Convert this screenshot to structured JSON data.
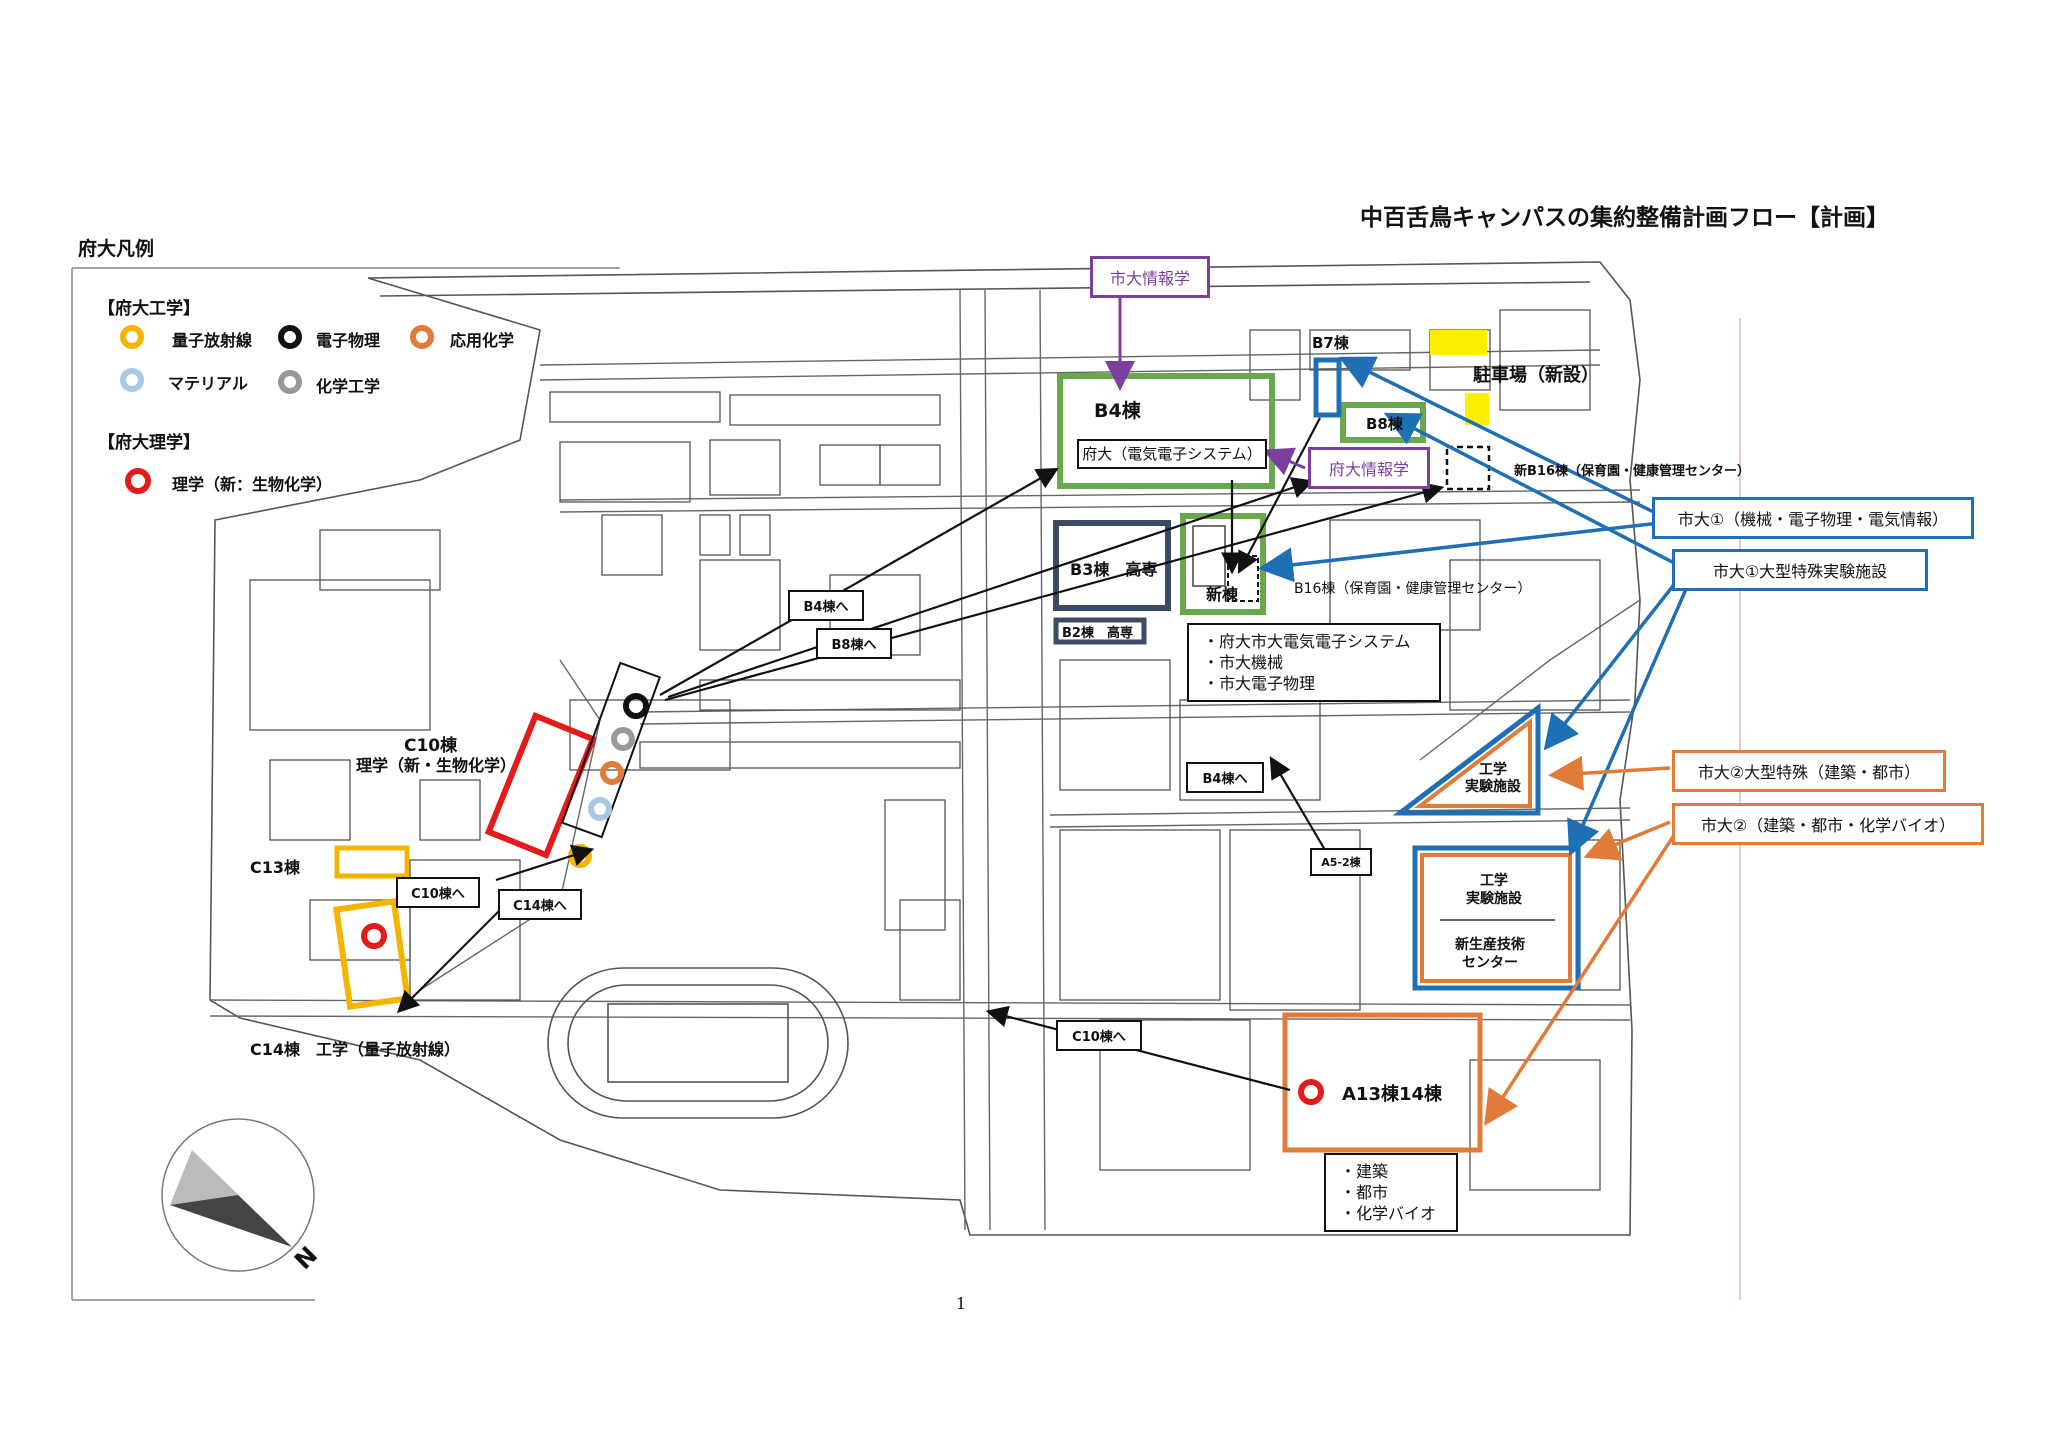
{
  "title": "中百舌鳥キャンパスの集約整備計画フロー【計画】",
  "legend": {
    "title": "府大凡例",
    "engineering": {
      "header": "【府大工学】",
      "items": [
        {
          "label": "量子放射線",
          "color": "#f4b400"
        },
        {
          "label": "電子物理",
          "color": "#111111"
        },
        {
          "label": "応用化学",
          "color": "#e07b39"
        },
        {
          "label": "マテリアル",
          "color": "#a9c8e6"
        },
        {
          "label": "化学工学",
          "color": "#999999"
        }
      ]
    },
    "science": {
      "header": "【府大理学】",
      "items": [
        {
          "label": "理学（新：生物化学）",
          "color": "#e31b1b"
        }
      ]
    }
  },
  "colors": {
    "fudai_green": "#6aa84f",
    "city_blue": "#1f6fb5",
    "city_orange": "#e07b39",
    "info_purple": "#7b3fa0",
    "kosen_navy": "#3c4a63",
    "parking_yellow": "#ffee00"
  },
  "buildings": {
    "b4": "B4棟",
    "b4_dept": "府大（電気電子システム）",
    "b7": "B7棟",
    "b8": "B8棟",
    "b3": "B3棟　高専",
    "b2": "B2棟　高専",
    "new_bldg": "新棟",
    "b16_new": "新B16棟（保育園・健康管理センター）",
    "b16": "B16棟（保育園・健康管理センター）",
    "parking": "駐車場（新設）",
    "c10": "C10棟",
    "c10_sub": "理学（新・生物化学）",
    "c13": "C13棟",
    "c14": "C14棟　工学（量子放射線）",
    "eng_lab_1": "工学\n実験施設",
    "eng_lab_2": "工学\n実験施設",
    "new_prod_center": "新生産技術\nセンター",
    "a13_14": "A13棟14棟",
    "a5_2": "A5-2棟"
  },
  "callouts": {
    "city_info_top": "市大情報学",
    "city_info_mid": "府大情報学",
    "city1_main": "市大①（機械・電子物理・電気情報）",
    "city1_special": "市大①大型特殊実験施設",
    "city2_special": "市大②大型特殊（建築・都市）",
    "city2_main": "市大②（建築・都市・化学バイオ）"
  },
  "arrow_labels": {
    "to_b4_1": "B4棟へ",
    "to_b8": "B8棟へ",
    "to_b4_2": "B4棟へ",
    "to_c10_1": "C10棟へ",
    "to_c14": "C14棟へ",
    "to_c10_2": "C10棟へ"
  },
  "lists": {
    "new_bldg_tenants": [
      "・府大市大電気電子システム",
      "・市大機械",
      "・市大電子物理"
    ],
    "a13_tenants": [
      "・建築",
      "・都市",
      "・化学バイオ"
    ]
  },
  "compass": "N",
  "page_number": "1"
}
